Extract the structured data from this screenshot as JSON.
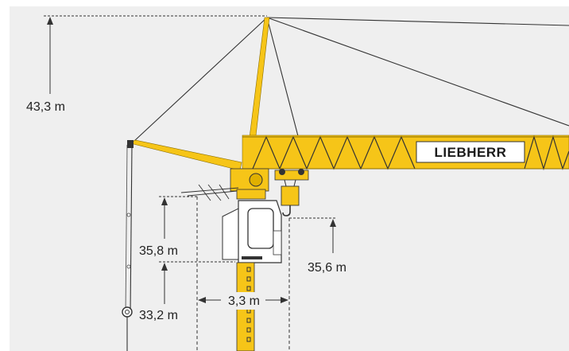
{
  "dimensions": {
    "total_height": "43,3 m",
    "height_upper": "35,8 m",
    "height_lower": "33,2 m",
    "hook_height": "35,6 m",
    "width": "3,3 m"
  },
  "brand": {
    "name": "LIEBHERR"
  },
  "colors": {
    "crane_yellow": "#f6c518",
    "background": "#efefef",
    "line": "#333333",
    "cabin": "#ffffff",
    "brand_bg": "#ffffff",
    "brand_text": "#1a1a1a"
  }
}
